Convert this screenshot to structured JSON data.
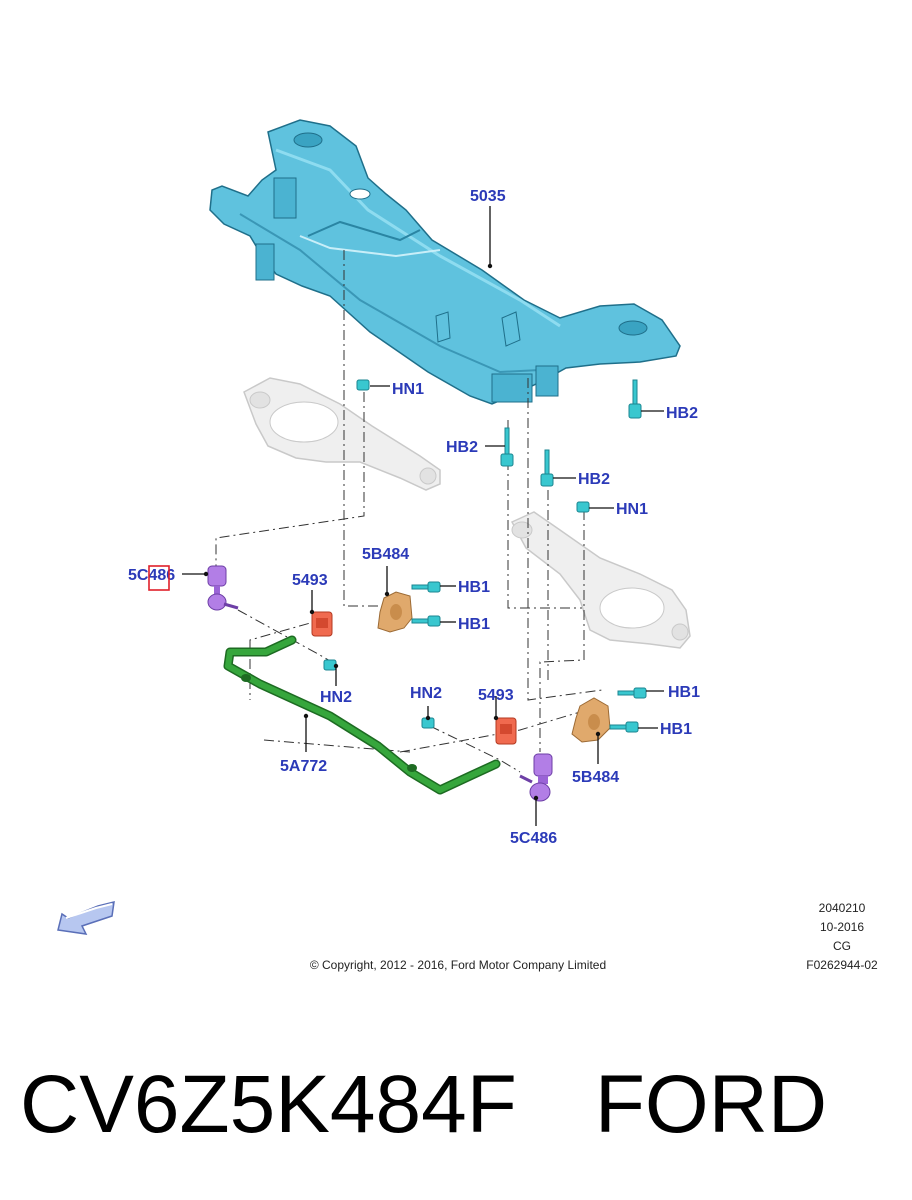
{
  "callouts": {
    "subframe": "5035",
    "hn1_left": "HN1",
    "hb2_right": "HB2",
    "hb2_mid_left": "HB2",
    "hb2_mid_right": "HB2",
    "hn1_right": "HN1",
    "link_left": "5C486",
    "bracket_left_num": "5B484",
    "bushing_left_num": "5493",
    "hb1_a": "HB1",
    "hb1_b": "HB1",
    "hn2_left": "HN2",
    "hn2_right": "HN2",
    "bushing_right_num": "5493",
    "hb1_c": "HB1",
    "hb1_d": "HB1",
    "bar": "5A772",
    "bracket_right_num": "5B484",
    "link_right": "5C486"
  },
  "meta": {
    "code": "2040210",
    "date": "10-2016",
    "initials": "CG",
    "figure": "F0262944-02",
    "copyright": "© Copyright, 2012 - 2016, Ford Motor Company Limited"
  },
  "footer": {
    "part_number": "CV6Z5K484F",
    "brand": "FORD"
  },
  "colors": {
    "subframe": "#5fc2de",
    "arm": "#e8e8e8",
    "link": "#b27ee6",
    "bushing": "#f06a4f",
    "bracket": "#e0a96c",
    "bar": "#2f9a35",
    "fastener": "#39c7cf",
    "callout_text": "#2b3ab8",
    "highlight": "#e0202a"
  }
}
